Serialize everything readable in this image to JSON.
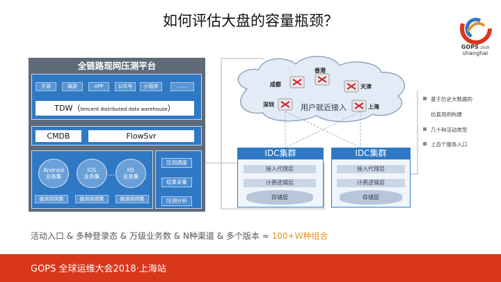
{
  "title": "如何评估大盘的容量瓶颈？",
  "logo": {
    "name": "GOPS",
    "year": "2018",
    "city": "shanghai"
  },
  "platform": {
    "title": "全链路现网压测平台",
    "entries": [
      "手游",
      "端游",
      "APP",
      "公众号",
      "小程序",
      "……"
    ],
    "tdw": {
      "label": "TDW（",
      "detail": "tencent distributed data warehouse",
      "close": "）"
    },
    "cmdb": "CMDB",
    "flowsvr": "FlowSvr",
    "business": [
      {
        "name": "Android\n业务集",
        "btn": "拨测用例集"
      },
      {
        "name": "IOS\n业务集",
        "btn": "拨测用例集"
      },
      {
        "name": "H5\n业务集",
        "btn": "拨测用例集"
      }
    ],
    "business_dots": "…",
    "side": [
      "压测调度",
      "结果采集",
      "压测分析"
    ]
  },
  "cloud": {
    "cities": [
      "成都",
      "香港",
      "天津",
      "深圳",
      "上海"
    ],
    "label": "用户就近接入"
  },
  "idc": [
    {
      "title": "IDC集群",
      "layers": [
        "接入代理层",
        "计费逻辑层"
      ],
      "store": "存储层"
    },
    {
      "title": "IDC集群",
      "layers": [
        "接入代理层",
        "计费逻辑层"
      ],
      "store": "存储层"
    }
  ],
  "bullets": [
    "基于历史大数据的",
    "仿真用例构建",
    "几十种活动类型",
    "上百个服务入口"
  ],
  "summary": {
    "text": "活动入口 & 多种登录态 & 万级业务数 & N种渠道 & 多个版本 ≈ ",
    "highlight": "100+W种组合"
  },
  "footer": "GOPS 全球运维大会2018·上海站",
  "colors": {
    "accent": "#2f78c4",
    "footer": "#d9371c",
    "highlight": "#e0932a",
    "panel": "#5f6b78"
  }
}
